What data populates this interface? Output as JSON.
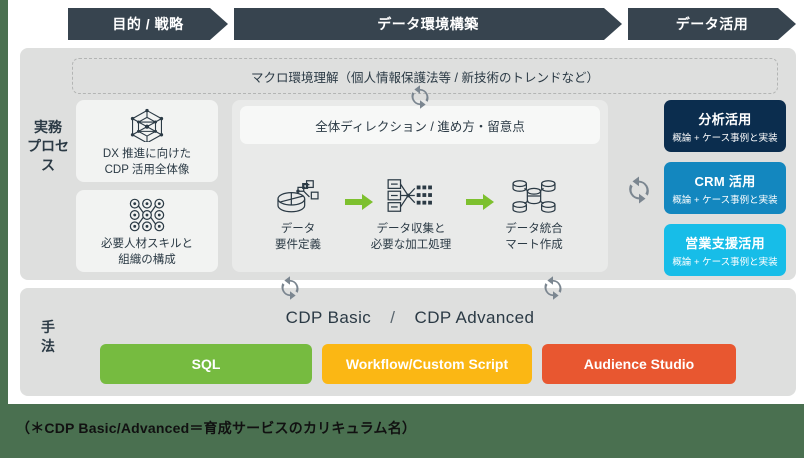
{
  "header": {
    "phases": [
      {
        "label": "目的 / 戦略"
      },
      {
        "label": "データ環境構築"
      },
      {
        "label": "データ活用"
      }
    ]
  },
  "rows": {
    "process_label": "実務\nプロセス",
    "process_label_line1": "実務",
    "process_label_line2": "プロセス",
    "method_label_line1": "手",
    "method_label_line2": "法"
  },
  "macro": {
    "text": "マクロ環境理解（個人情報保護法等 / 新技術のトレンドなど）"
  },
  "left_cards": [
    {
      "icon": "network-hexagon-icon",
      "line1": "DX 推進に向けた",
      "line2": "CDP 活用全体像"
    },
    {
      "icon": "people-skills-grid-icon",
      "line1": "必要人材スキルと",
      "line2": "組織の構成"
    }
  ],
  "direction_bar": {
    "text": "全体ディレクション / 進め方・留意点"
  },
  "steps": [
    {
      "icon": "data-requirements-icon",
      "line1": "データ",
      "line2": "要件定義"
    },
    {
      "icon": "data-collection-icon",
      "line1": "データ収集と",
      "line2": "必要な加工処理"
    },
    {
      "icon": "data-mart-icon",
      "line1": "データ統合",
      "line2": "マート作成"
    }
  ],
  "right_cards": [
    {
      "title": "分析活用",
      "subtitle": "概論 + ケース事例と実装",
      "color": "#0b2d4e"
    },
    {
      "title": "CRM 活用",
      "subtitle": "概論 + ケース事例と実装",
      "color": "#1387bf"
    },
    {
      "title": "営業支援活用",
      "subtitle": "概論 + ケース事例と実装",
      "color": "#17bde8"
    }
  ],
  "methods": {
    "cdp_basic": "CDP Basic",
    "separator": "/",
    "cdp_advanced": "CDP Advanced",
    "buttons": [
      {
        "label": "SQL",
        "color": "#76bb40"
      },
      {
        "label": "Workflow/Custom Script",
        "color": "#fbb714"
      },
      {
        "label": "Audience Studio",
        "color": "#e85730"
      }
    ]
  },
  "footnote": {
    "text": "（＊CDP Basic/Advanced＝育成サービスのカリキュラム名）"
  },
  "icons": {
    "sync": "sync-refresh-icon",
    "green_arrow": "green-arrow-right-icon"
  },
  "colors": {
    "page_background": "#4a7050",
    "canvas": "#ffffff",
    "panel": "#dedfde",
    "header_arrow": "#37444f",
    "green_arrow": "#7dc02e",
    "sync_icon": "#7b8690"
  }
}
